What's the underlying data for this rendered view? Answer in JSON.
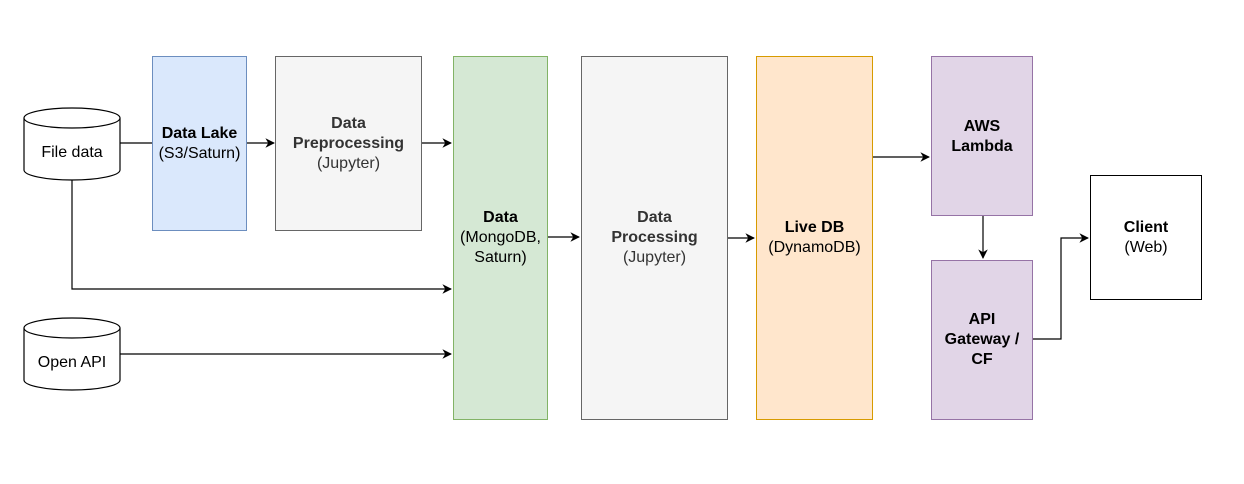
{
  "nodes": {
    "file_data": {
      "label": "File data"
    },
    "open_api": {
      "label": "Open API"
    },
    "data_lake": {
      "title": "Data Lake",
      "sub": "(S3/Saturn)",
      "fill": "#dae8fc",
      "stroke": "#6c8ebf"
    },
    "preprocessing": {
      "title_line1": "Data",
      "title_line2": "Preprocessing",
      "sub": "(Jupyter)",
      "fill": "#f5f5f5",
      "stroke": "#666666"
    },
    "data_store": {
      "title": "Data",
      "sub_line1": "(MongoDB,",
      "sub_line2": "Saturn)",
      "fill": "#d5e8d4",
      "stroke": "#82b366"
    },
    "processing": {
      "title_line1": "Data",
      "title_line2": "Processing",
      "sub": "(Jupyter)",
      "fill": "#f5f5f5",
      "stroke": "#666666"
    },
    "live_db": {
      "title": "Live DB",
      "sub": "(DynamoDB)",
      "fill": "#ffe6cc",
      "stroke": "#d79b00"
    },
    "lambda": {
      "title_line1": "AWS",
      "title_line2": "Lambda",
      "fill": "#e1d5e7",
      "stroke": "#9673a6"
    },
    "api_gateway": {
      "title_line1": "API",
      "title_line2": "Gateway /",
      "title_line3": "CF",
      "fill": "#e1d5e7",
      "stroke": "#9673a6"
    },
    "client": {
      "title": "Client",
      "sub": "(Web)",
      "fill": "#ffffff",
      "stroke": "#000000"
    }
  }
}
